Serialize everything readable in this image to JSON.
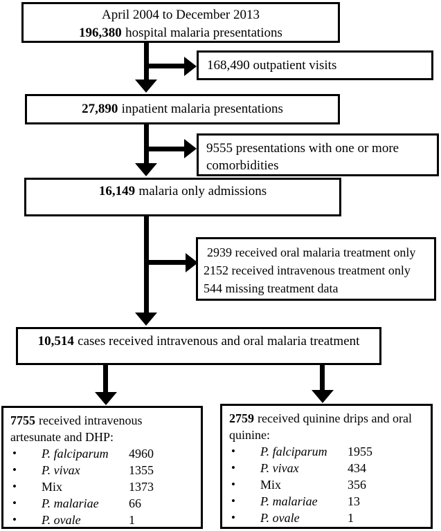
{
  "flow": {
    "bullet": "•",
    "period_box": {
      "line1": "April 2004 to December 2013",
      "count": "196,380",
      "rest": "hospital malaria presentations"
    },
    "outpatient_box": {
      "text": "168,490 outpatient visits"
    },
    "inpatient_box": {
      "count": "27,890",
      "rest": "inpatient malaria presentations"
    },
    "comorbid_box": {
      "text": "9555 presentations with one or more comorbidities"
    },
    "malaria_only_box": {
      "count": "16,149",
      "rest": "malaria only admissions"
    },
    "excluded_box": {
      "lines": [
        "2939 received oral malaria treatment only",
        "2152 received intravenous treatment only",
        "544 missing treatment data"
      ]
    },
    "iv_oral_box": {
      "count": "10,514",
      "rest": "cases received intravenous and oral malaria treatment"
    },
    "artesunate_box": {
      "count": "7755",
      "rest_line1": "received intravenous",
      "line2": "artesunate and DHP:",
      "items": [
        {
          "name": "P. falciparum",
          "value": "4960",
          "cls": "it"
        },
        {
          "name": "P. vivax",
          "value": "1355",
          "cls": "it"
        },
        {
          "name": "Mix",
          "value": "1373",
          "cls": "rm"
        },
        {
          "name": "P. malariae",
          "value": "66",
          "cls": "it"
        },
        {
          "name": "P. ovale",
          "value": "1",
          "cls": "it"
        }
      ]
    },
    "quinine_box": {
      "count": "2759",
      "rest_line1": "received quinine drips and oral",
      "line2": "quinine:",
      "items": [
        {
          "name": "P. falciparum",
          "value": "1955",
          "cls": "it"
        },
        {
          "name": "P. vivax",
          "value": "434",
          "cls": "it"
        },
        {
          "name": "Mix",
          "value": "356",
          "cls": "rm"
        },
        {
          "name": "P. malariae",
          "value": "13",
          "cls": "it"
        },
        {
          "name": "P. ovale",
          "value": "1",
          "cls": "it"
        }
      ]
    }
  }
}
